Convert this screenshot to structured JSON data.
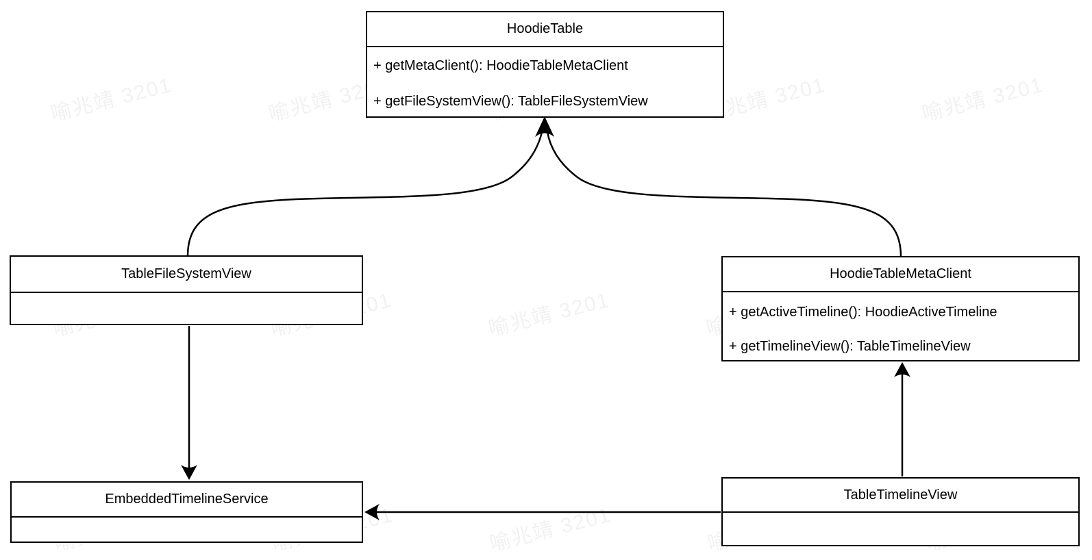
{
  "diagram": {
    "type": "uml-class-diagram",
    "classes": [
      {
        "name": "HoodieTable",
        "methods": [
          "+ getMetaClient(): HoodieTableMetaClient",
          "+ getFileSystemView(): TableFileSystemView"
        ]
      },
      {
        "name": "TableFileSystemView",
        "methods": []
      },
      {
        "name": "HoodieTableMetaClient",
        "methods": [
          "+ getActiveTimeline(): HoodieActiveTimeline",
          "+ getTimelineView(): TableTimelineView"
        ]
      },
      {
        "name": "EmbeddedTimelineService",
        "methods": []
      },
      {
        "name": "TableTimelineView",
        "methods": []
      }
    ],
    "edges": [
      {
        "from": "TableFileSystemView",
        "to": "HoodieTable",
        "shape": "curved",
        "arrowhead": "filled-triangle"
      },
      {
        "from": "HoodieTableMetaClient",
        "to": "HoodieTable",
        "shape": "curved",
        "arrowhead": "filled-triangle"
      },
      {
        "from": "TableFileSystemView",
        "to": "EmbeddedTimelineService",
        "shape": "straight-vertical",
        "arrowhead": "filled-triangle"
      },
      {
        "from": "TableTimelineView",
        "to": "HoodieTableMetaClient",
        "shape": "straight-vertical",
        "arrowhead": "filled-triangle"
      },
      {
        "from": "TableTimelineView",
        "to": "EmbeddedTimelineService",
        "shape": "straight-horizontal",
        "arrowhead": "filled-triangle"
      }
    ],
    "colors": {
      "background": "#ffffff",
      "box_fill": "#ffffff",
      "stroke": "#000000",
      "text": "#000000",
      "watermark": "rgba(0,0,0,0.055)"
    }
  },
  "watermark": {
    "text": "喻兆靖 3201"
  }
}
